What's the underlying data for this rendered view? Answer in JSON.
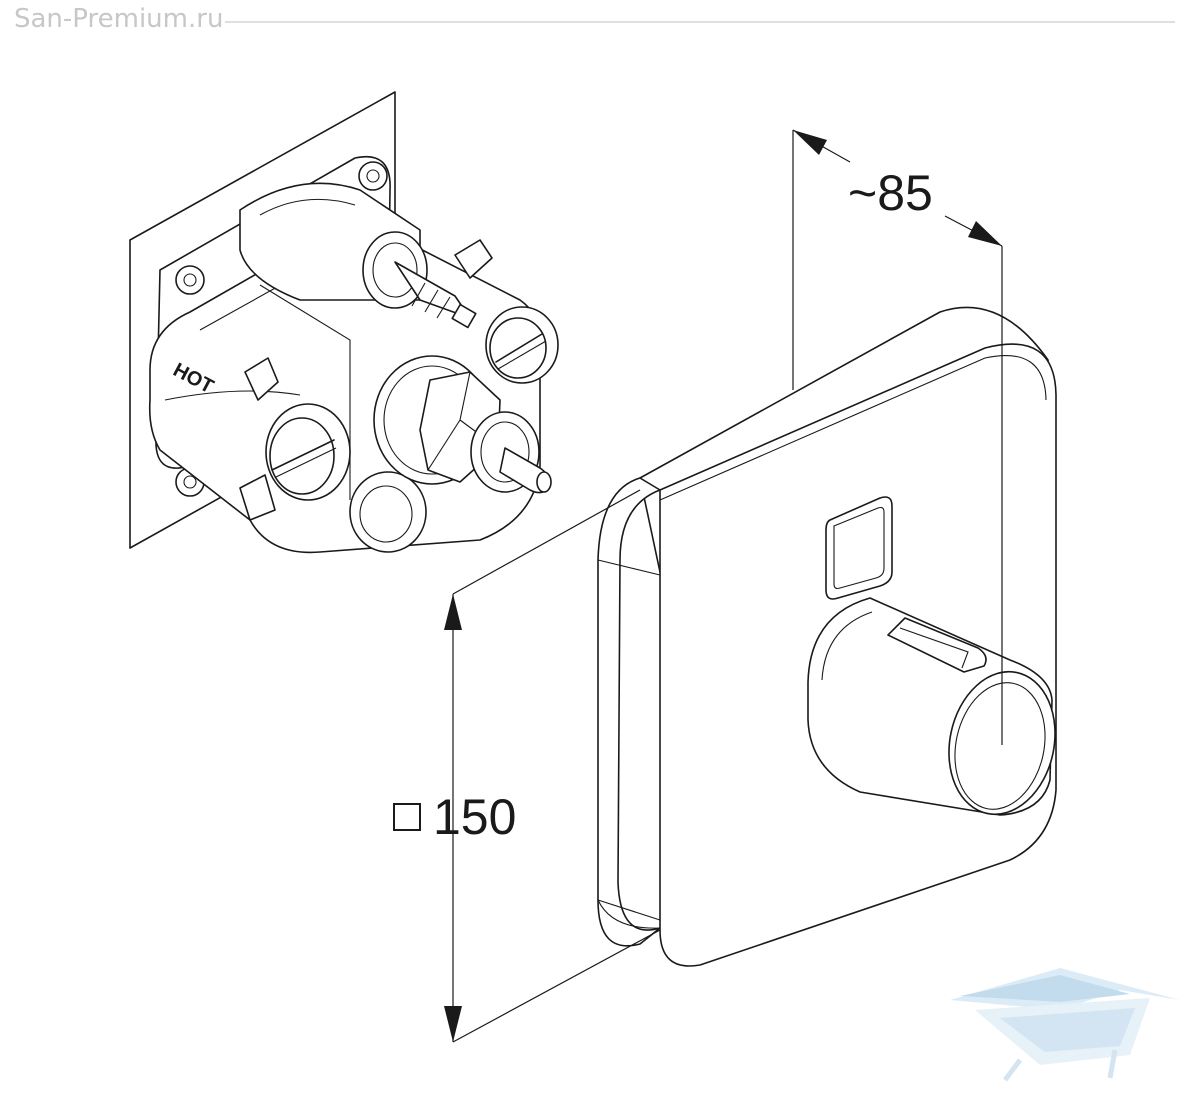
{
  "watermark": "San-Premium.ru",
  "labels": {
    "depth": "~85",
    "size": "150",
    "valve_marking": "HOT"
  },
  "icons": {
    "square_symbol": "square-symbol-icon",
    "logo": "bathtub-logo-icon"
  },
  "colors": {
    "line": "#1a1a1a",
    "watermark": "#c7c7c7",
    "logo": "#cfe3f1"
  }
}
